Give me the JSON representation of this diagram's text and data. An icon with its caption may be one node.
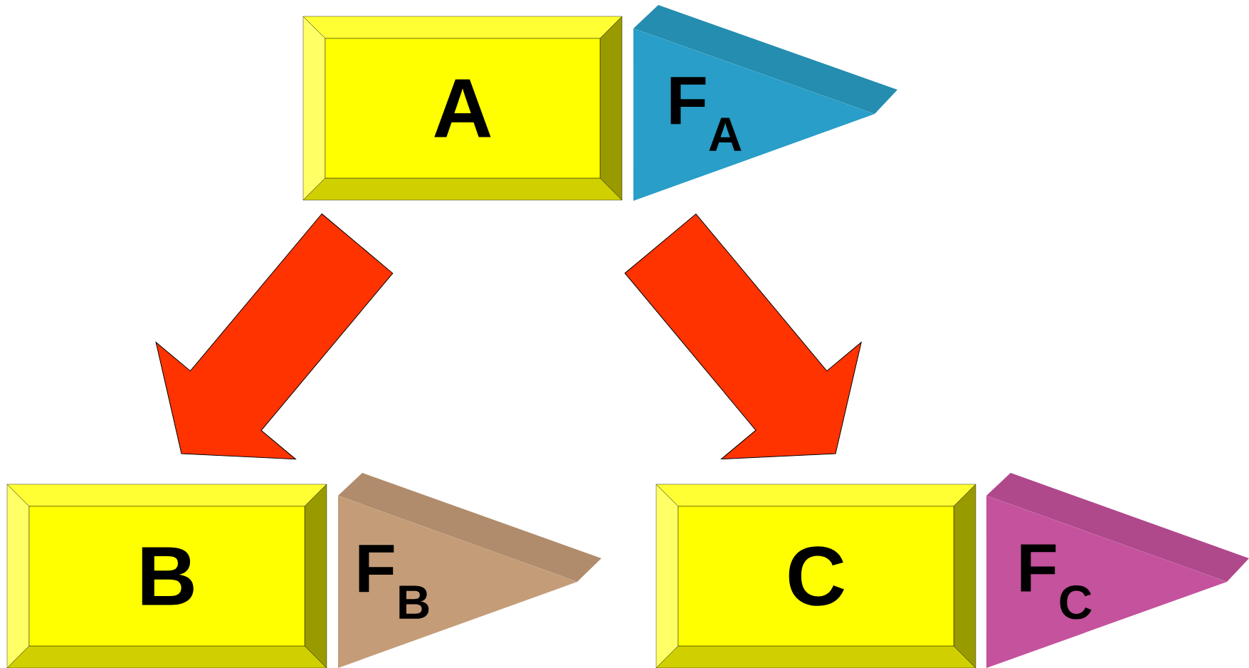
{
  "diagram": {
    "nodes": [
      {
        "text": [
          "A"
        ]
      },
      {
        "text": [
          "F$_{A}$"
        ]
      },
      {
        "text": [
          "B"
        ]
      },
      {
        "text": [
          "F$_{B}$"
        ]
      },
      {
        "text": [
          "C"
        ]
      },
      {
        "text": [
          "F$_{C}$"
        ]
      }
    ],
    "edges": [
      {
        "from": 0,
        "to": 2,
        "arrow": "to"
      },
      {
        "from": 0,
        "to": 4,
        "arrow": "to"
      }
    ]
  }
}
